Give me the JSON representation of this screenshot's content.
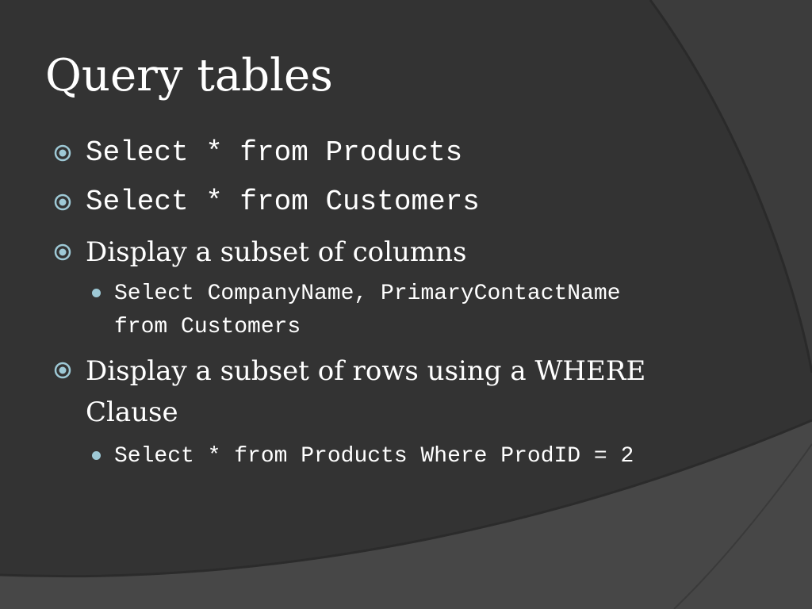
{
  "slide": {
    "title": "Query tables",
    "items": [
      {
        "level": 1,
        "text": "Select * from Products"
      },
      {
        "level": 1,
        "text": "Select * from Customers"
      },
      {
        "level": 1,
        "text": "Display a subset of columns"
      },
      {
        "level": 2,
        "text": "Select CompanyName, PrimaryContactName from Customers"
      },
      {
        "level": 1,
        "text": "Display a subset of rows using a WHERE Clause"
      },
      {
        "level": 2,
        "text": "Select * from Products Where ProdID = 2"
      }
    ]
  },
  "colors": {
    "background": "#333333",
    "accent": "#9ec9d6",
    "text": "#ffffff"
  },
  "icons": {
    "level1_bullet": "circle-dot-icon",
    "level2_bullet": "dot-icon"
  }
}
